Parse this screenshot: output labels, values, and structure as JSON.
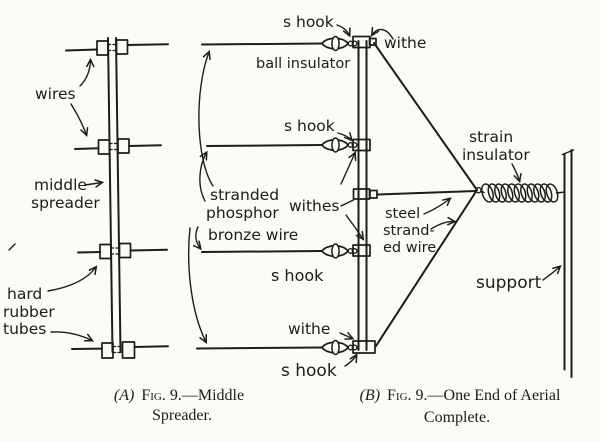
{
  "colors": {
    "paper": "#fafaf7",
    "ink": "#1d1c1a"
  },
  "figure_a": {
    "labels": {
      "wires": "wires",
      "middle_1": "middle",
      "middle_2": "spreader",
      "rubber_1": "hard",
      "rubber_2": "rubber",
      "rubber_3": "tubes"
    },
    "caption": {
      "index": "(A)",
      "fig": "Fig. 9.",
      "rest": "—Middle",
      "line2": "Spreader."
    }
  },
  "figure_b": {
    "labels": {
      "s_hook_top": "s hook",
      "withe_top": "withe",
      "ball_insulator": "ball insulator",
      "s_hook_mid": "s hook",
      "stranded": "stranded",
      "phosphor": "phosphor",
      "bronze_wire": "bronze wire",
      "withes": "withes",
      "steel": "steel",
      "strand": "strand-",
      "ed_wire": "ed wire",
      "strain": "strain",
      "insulator": "insulator",
      "support": "support",
      "s_hook_lower": "s hook",
      "withe_bottom": "withe",
      "s_hook_bottom": "s hook"
    },
    "caption": {
      "index": "(B)",
      "fig": "Fig. 9.",
      "rest": "—One End of Aerial",
      "line2": "Complete."
    }
  }
}
